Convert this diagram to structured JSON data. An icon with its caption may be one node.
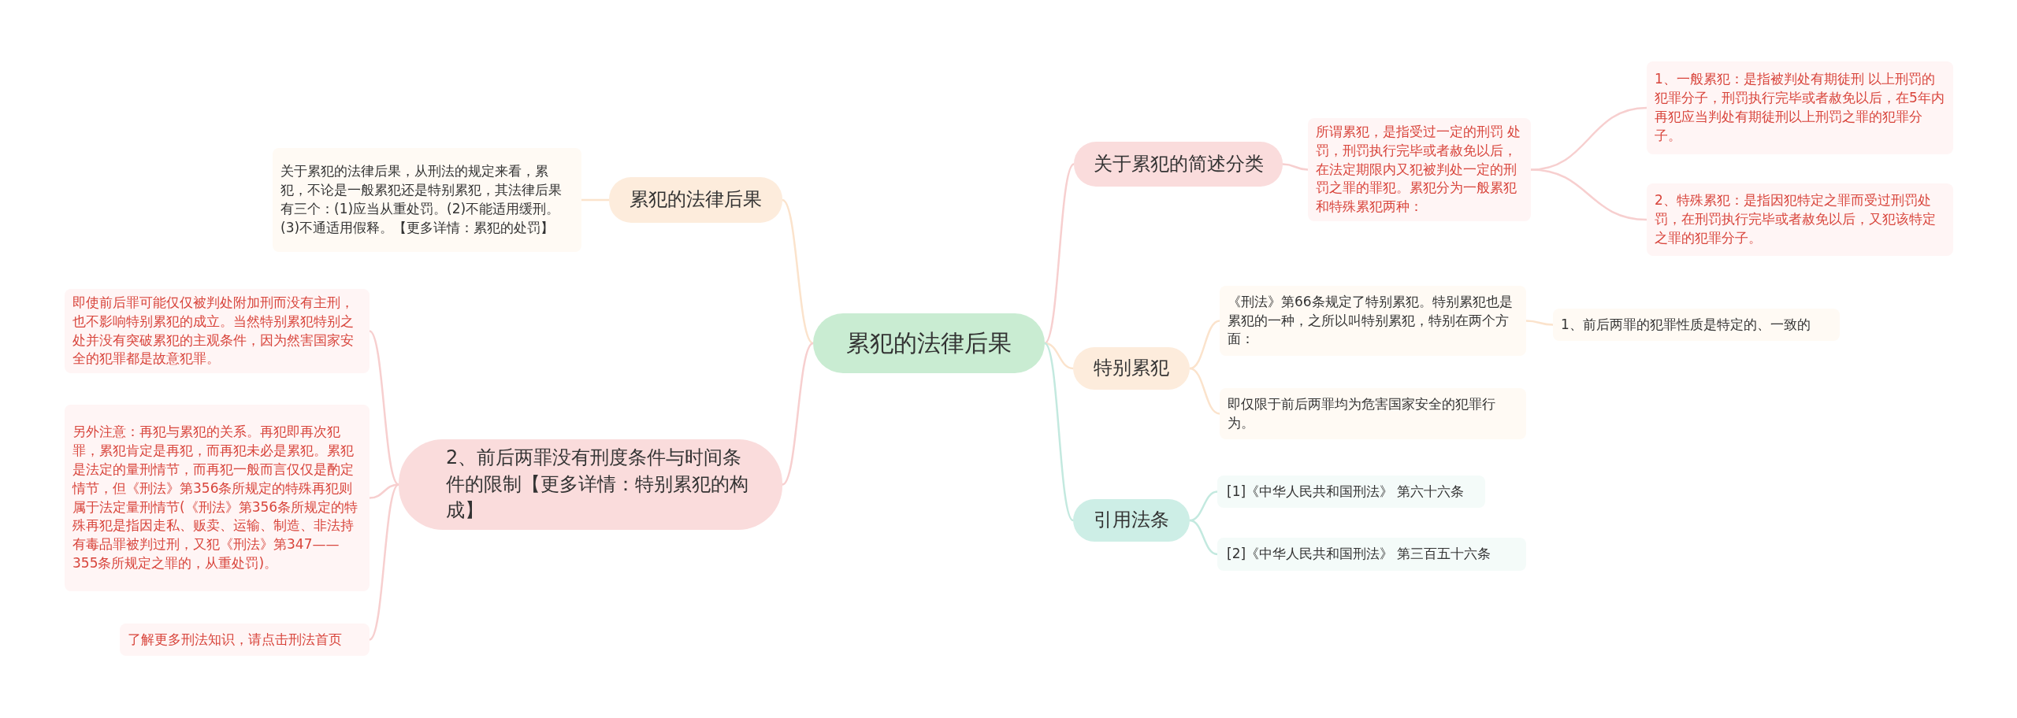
{
  "diagram": {
    "nodes": [
      {
        "text": [
          "累犯的法律后果"
        ]
      },
      {
        "text": [
          "关于累犯的简述分类"
        ]
      },
      {
        "text": [
          "所谓累犯，是指受过一定的刑罚 处罚，刑罚执行完毕或者赦免以后，在法定期限内又犯被判处一定的刑罚之罪的罪犯。累犯分为一般累犯和特殊累犯两种："
        ]
      },
      {
        "text": [
          "1、一般累犯：是指被判处有期徒刑 以上刑罚的犯罪分子，刑罚执行完毕或者赦免以后，在5年内再犯应当判处有期徒刑以上刑罚之罪的犯罪分子。"
        ]
      },
      {
        "text": [
          "2、特殊累犯：是指因犯特定之罪而受过刑罚处罚，在刑罚执行完毕或者赦免以后，又犯该特定之罪的犯罪分子。"
        ]
      },
      {
        "text": [
          "累犯的法律后果"
        ]
      },
      {
        "text": [
          "关于累犯的法律后果，从刑法的规定来看，累犯，不论是一般累犯还是特别累犯，其法律后果有三个：(1)应当从重处罚。(2)不能适用缓刑。(3)不通适用假释。【更多详情：累犯的处罚】"
        ]
      },
      {
        "text": [
          "特别累犯"
        ]
      },
      {
        "text": [
          "《刑法》第66条规定了特别累犯。特别累犯也是累犯的一种，之所以叫特别累犯，特别在两个方面："
        ]
      },
      {
        "text": [
          "1、前后两罪的犯罪性质是特定的、一致的"
        ]
      },
      {
        "text": [
          "即仅限于前后两罪均为危害国家安全的犯罪行为。"
        ]
      },
      {
        "text": [
          "2、前后两罪没有刑度条件与时间条件的限制【更多详情：特别累犯的构成】"
        ]
      },
      {
        "text": [
          "即使前后罪可能仅仅被判处附加刑而没有主刑，也不影响特别累犯的成立。当然特别累犯特别之处并没有突破累犯的主观条件，因为然害国家安全的犯罪都是故意犯罪。"
        ]
      },
      {
        "text": [
          "另外注意：再犯与累犯的关系。再犯即再次犯罪，累犯肯定是再犯，而再犯未必是累犯。累犯是法定的量刑情节，而再犯一般而言仅仅是酌定情节，但《刑法》第356条所规定的特殊再犯则属于法定量刑情节(《刑法》第356条所规定的特殊再犯是指因走私、贩卖、运输、制造、非法持有毒品罪被判过刑，又犯《刑法》第347——355条所规定之罪的，从重处罚)。"
        ]
      },
      {
        "text": [
          "了解更多刑法知识，请点击刑法首页"
        ]
      },
      {
        "text": [
          "引用法条"
        ]
      },
      {
        "text": [
          "[1]《中华人民共和国刑法》 第六十六条"
        ]
      },
      {
        "text": [
          "[2]《中华人民共和国刑法》 第三百五十六条"
        ]
      }
    ],
    "edges": [
      {
        "from": 0,
        "to": 1,
        "arrow": "none"
      },
      {
        "from": 1,
        "to": 2,
        "arrow": "none"
      },
      {
        "from": 2,
        "to": 3,
        "arrow": "none"
      },
      {
        "from": 2,
        "to": 4,
        "arrow": "none"
      },
      {
        "from": 0,
        "to": 5,
        "arrow": "none",
        "color": "#fbe3cc"
      },
      {
        "from": 5,
        "to": 6,
        "arrow": "none",
        "color": "#fbe3cc"
      },
      {
        "from": 0,
        "to": 7,
        "arrow": "none",
        "color": "#fbe3cc"
      },
      {
        "from": 7,
        "to": 8,
        "arrow": "none",
        "color": "#fbe3cc"
      },
      {
        "from": 8,
        "to": 9,
        "arrow": "none",
        "color": "#fbe3cc"
      },
      {
        "from": 7,
        "to": 10,
        "arrow": "none",
        "color": "#fbe3cc"
      },
      {
        "from": 0,
        "to": 11,
        "arrow": "none"
      },
      {
        "from": 11,
        "to": 12,
        "arrow": "none"
      },
      {
        "from": 11,
        "to": 13,
        "arrow": "none"
      },
      {
        "from": 11,
        "to": 14,
        "arrow": "none"
      },
      {
        "from": 0,
        "to": 15,
        "arrow": "none",
        "color": "#c3e9df"
      },
      {
        "from": 15,
        "to": 16,
        "arrow": "none",
        "color": "#c3e9df"
      },
      {
        "from": 15,
        "to": 17,
        "arrow": "none",
        "color": "#c3e9df"
      }
    ]
  }
}
